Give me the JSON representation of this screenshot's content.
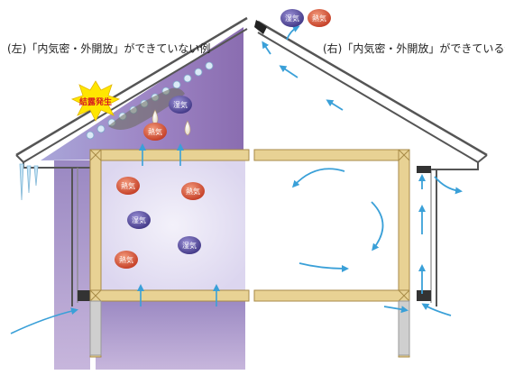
{
  "captions": {
    "left": "(左)「内気密・外開放」ができていない例",
    "right": "(右)「内気密・外開放」ができている例"
  },
  "labels": {
    "moisture": "湿気",
    "heat": "熱気",
    "condensation": "結露発生"
  },
  "colors": {
    "moisture_ball": "#5c4f9c",
    "heat_ball": "#d2553a",
    "burst": "#ffe600",
    "burst_text": "#d81e1e",
    "airflow": "#3aa0d8",
    "lumber": "#e6cf8f",
    "roof_stroke": "#555555"
  }
}
